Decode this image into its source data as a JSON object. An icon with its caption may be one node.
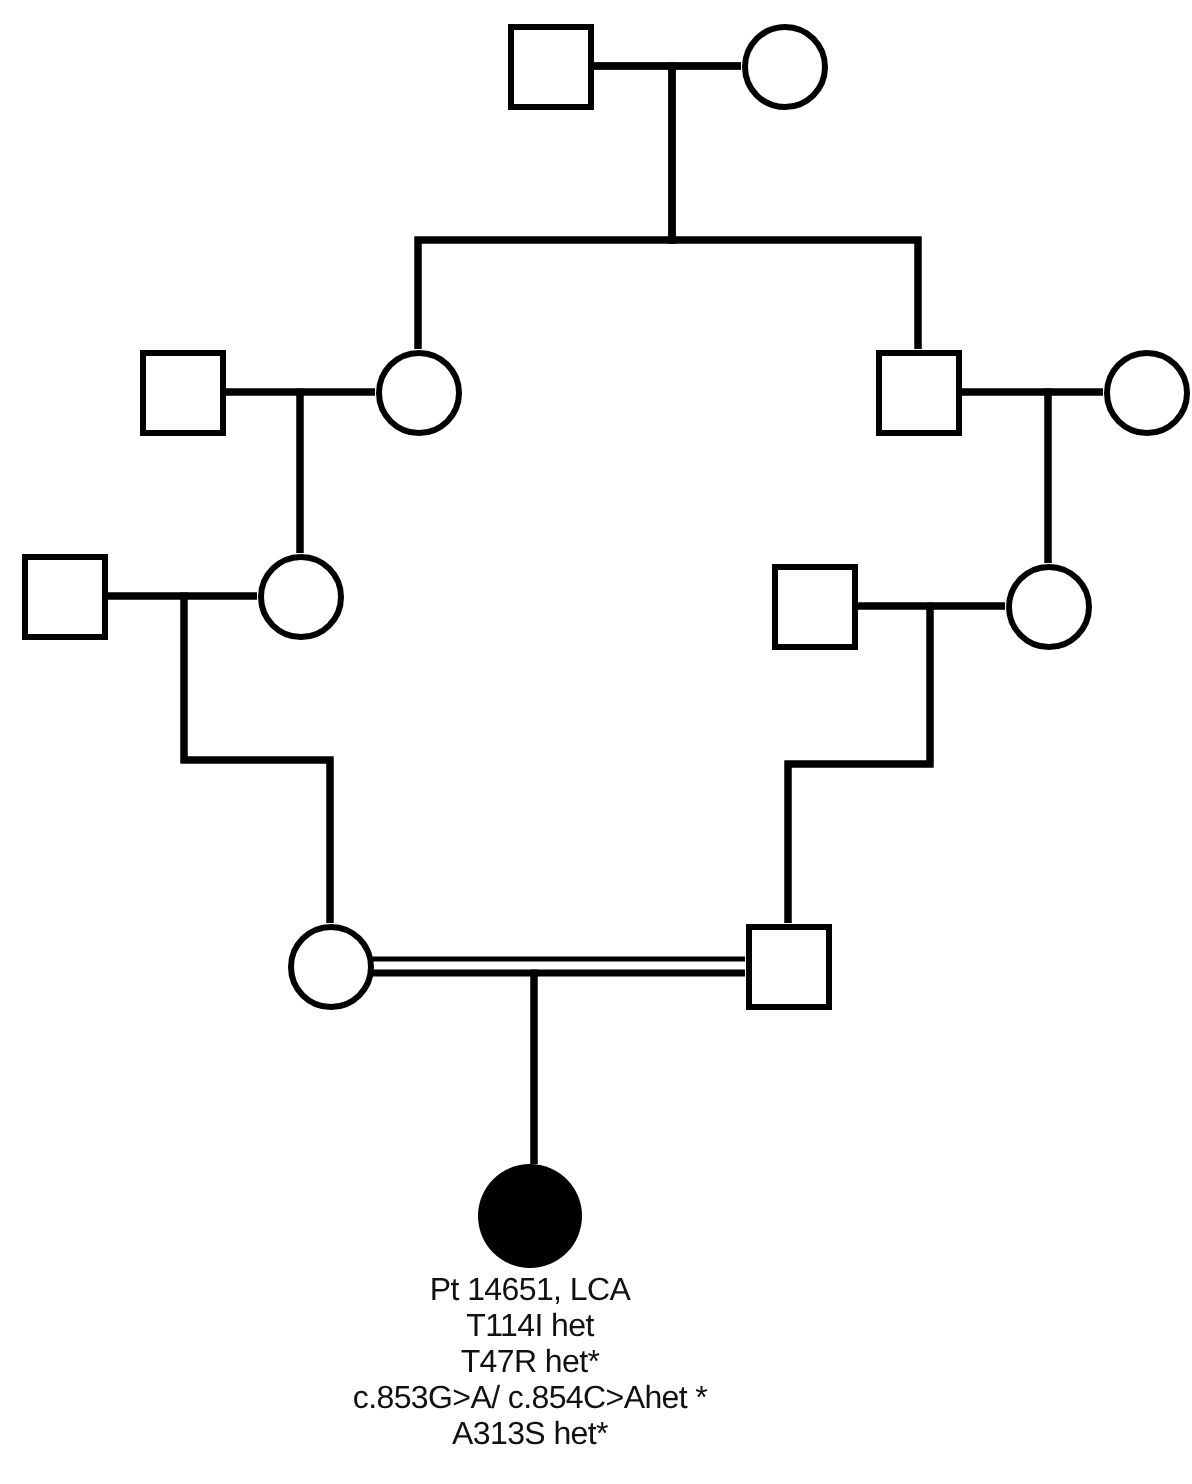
{
  "diagram": {
    "nodes": [
      {
        "text": [],
        "shape": "box"
      },
      {
        "text": [],
        "shape": "circle"
      },
      {
        "text": [],
        "shape": "box"
      },
      {
        "text": [],
        "shape": "circle"
      },
      {
        "text": [],
        "shape": "box"
      },
      {
        "text": [],
        "shape": "circle"
      },
      {
        "text": [],
        "shape": "box"
      },
      {
        "text": [],
        "shape": "circle"
      },
      {
        "text": [],
        "shape": "box"
      },
      {
        "text": [],
        "shape": "circle"
      },
      {
        "text": [],
        "shape": "circle"
      },
      {
        "text": [],
        "shape": "box"
      },
      {
        "text": [],
        "shape": "disc",
        "beside": [
          "Pt 14651, LCA",
          "T114I het",
          "T47R het*",
          "c.853G>A/ c.854C>Ahet *",
          "A313S het*"
        ]
      }
    ],
    "edges": [
      {
        "from": 0,
        "to": 1,
        "arrow": "none"
      },
      {
        "from": 0,
        "to": 3,
        "arrow": "none"
      },
      {
        "from": 1,
        "to": 3,
        "arrow": "none"
      },
      {
        "from": 0,
        "to": 4,
        "arrow": "none"
      },
      {
        "from": 1,
        "to": 4,
        "arrow": "none"
      },
      {
        "from": 2,
        "to": 3,
        "arrow": "none"
      },
      {
        "from": 2,
        "to": 7,
        "arrow": "none"
      },
      {
        "from": 3,
        "to": 7,
        "arrow": "none"
      },
      {
        "from": 4,
        "to": 5,
        "arrow": "none"
      },
      {
        "from": 4,
        "to": 9,
        "arrow": "none"
      },
      {
        "from": 5,
        "to": 9,
        "arrow": "none"
      },
      {
        "from": 6,
        "to": 7,
        "arrow": "none"
      },
      {
        "from": 6,
        "to": 10,
        "arrow": "none"
      },
      {
        "from": 7,
        "to": 10,
        "arrow": "none"
      },
      {
        "from": 8,
        "to": 9,
        "arrow": "none"
      },
      {
        "from": 8,
        "to": 11,
        "arrow": "none"
      },
      {
        "from": 9,
        "to": 11,
        "arrow": "none"
      },
      {
        "from": 10,
        "to": 11,
        "arrow": "none"
      },
      {
        "from": 10,
        "to": 12,
        "arrow": "none"
      },
      {
        "from": 11,
        "to": 12,
        "arrow": "none"
      }
    ]
  }
}
